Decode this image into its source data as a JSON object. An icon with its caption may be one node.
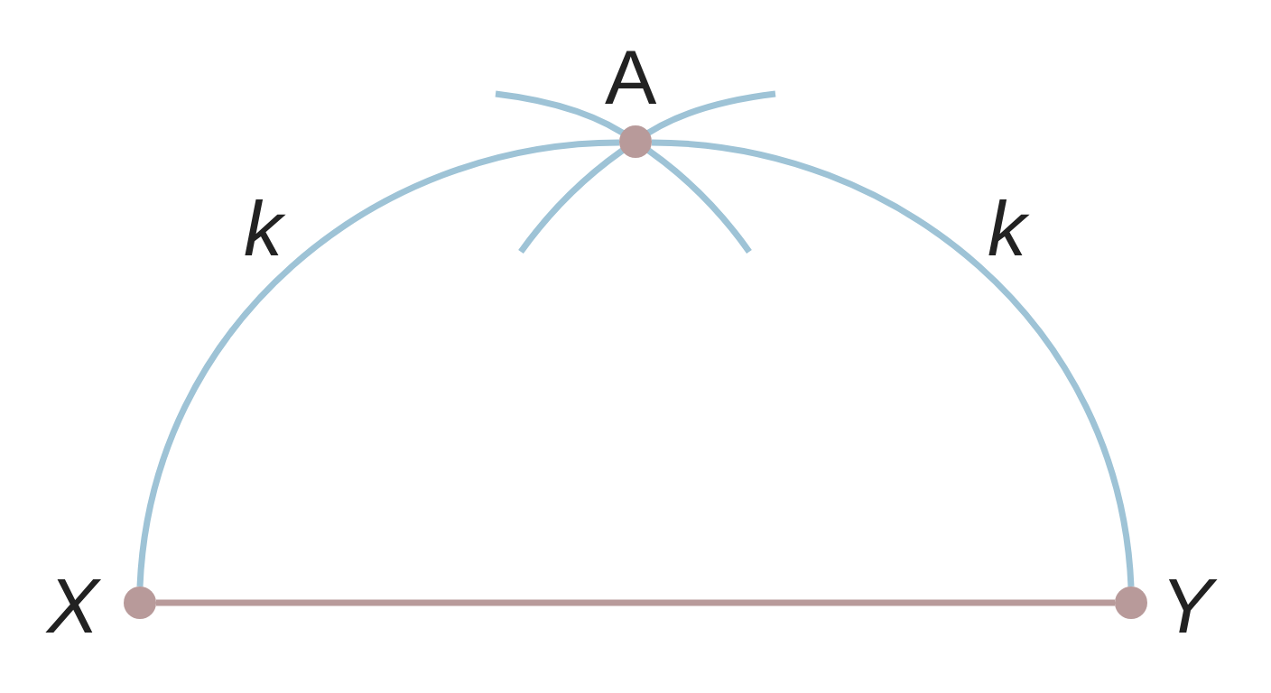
{
  "diagram": {
    "nodes": [
      {
        "text": [
          "A"
        ]
      },
      {
        "text": [
          "X"
        ]
      },
      {
        "text": [
          "Y"
        ]
      }
    ],
    "edges": [
      {
        "from": 1,
        "to": 2,
        "arrow": "none",
        "color": "#b89a9a"
      },
      {
        "from": 1,
        "to": 0,
        "arrow": "none",
        "label": "k"
      },
      {
        "from": 2,
        "to": 0,
        "arrow": "none",
        "label": "k"
      }
    ]
  }
}
